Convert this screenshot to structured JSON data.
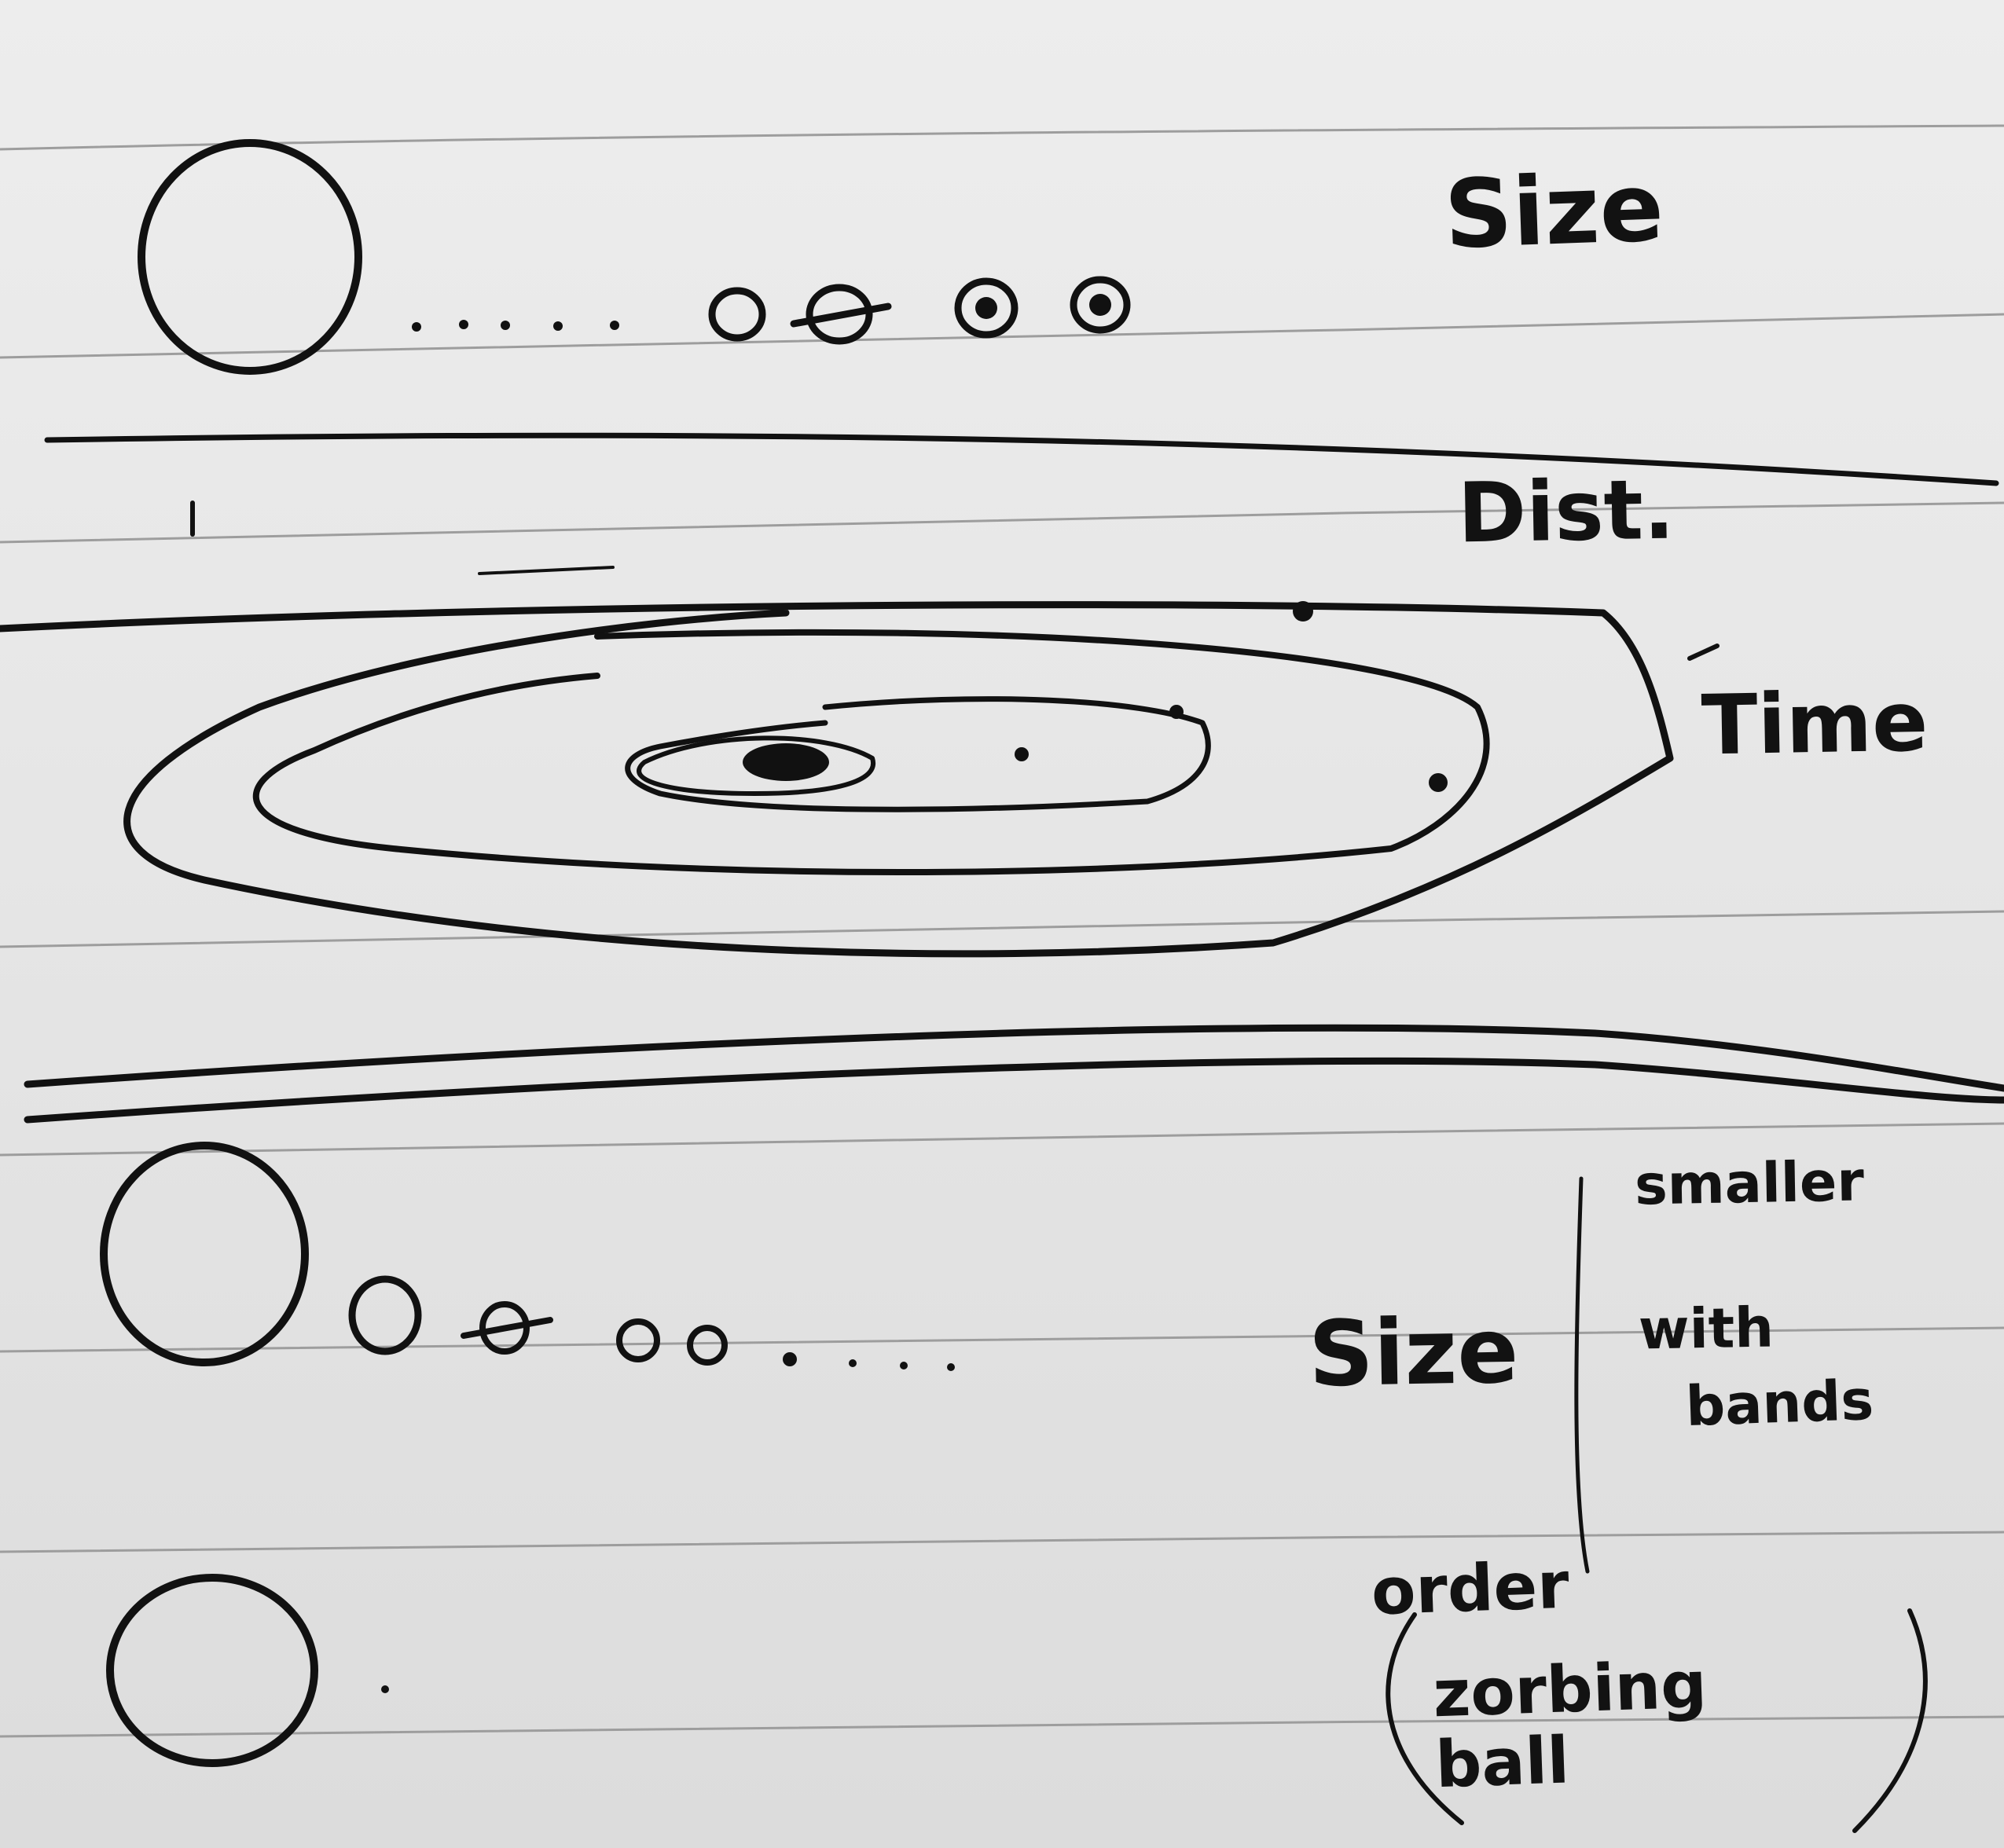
{
  "notes": {
    "row1_label": "Size",
    "row2_label": "Dist.",
    "row3_label": "Time",
    "row4_label": "Size",
    "row4_note": [
      "smaller",
      "with",
      "bands"
    ],
    "row5_label": "order",
    "row5_paren": "zorbing ball"
  },
  "colors": {
    "paper": "#e7e7e7",
    "ink": "#111111",
    "rule": "#9a9a9a"
  }
}
